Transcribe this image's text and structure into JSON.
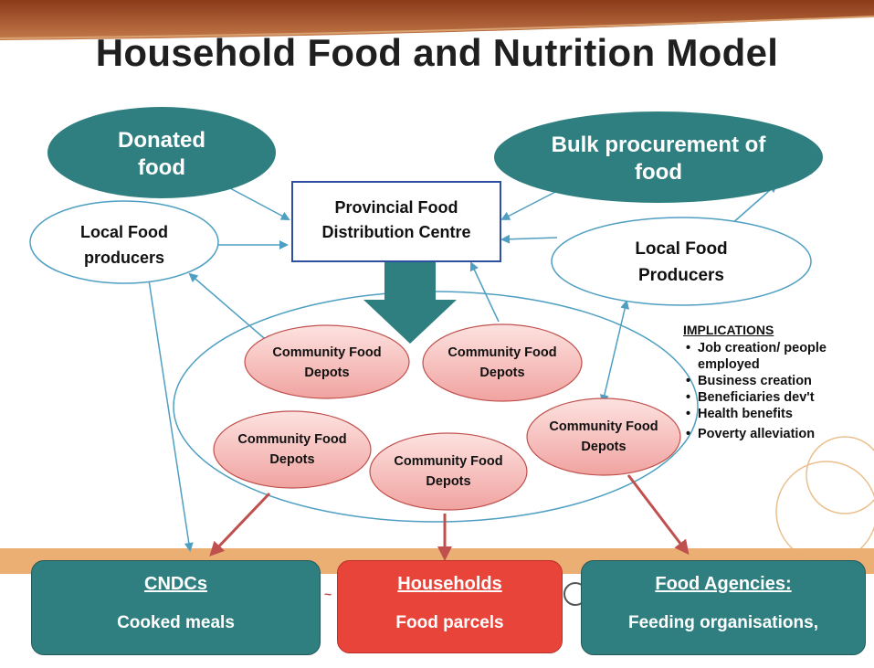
{
  "title": "Household Food and Nutrition Model",
  "sources": {
    "donated": "Donated food",
    "bulk": "Bulk procurement of food",
    "local_left": "Local Food producers",
    "local_right": "Local Food Producers"
  },
  "centre": "Provincial Food Distribution Centre",
  "depots": [
    "Community Food Depots",
    "Community Food Depots",
    "Community Food Depots",
    "Community Food Depots",
    "Community Food Depots"
  ],
  "implications": {
    "heading": "IMPLICATIONS",
    "items": [
      "Job creation/ people employed",
      "Business creation",
      "Beneficiaries dev't",
      "Health benefits",
      "Poverty alleviation"
    ]
  },
  "outputs": [
    {
      "heading": "CNDCs",
      "sub": "Cooked meals"
    },
    {
      "heading": "Households",
      "sub": "Food parcels"
    },
    {
      "heading": "Food Agencies:",
      "sub": "Feeding organisations,"
    }
  ],
  "colors": {
    "teal": "#2f7f80",
    "header_bar": "#a0522d",
    "depot_fill": "#f3b3b0",
    "depot_stroke": "#c0504d",
    "households_box": "#e8443a",
    "red_arrow": "#c0504d",
    "blue_arrow": "#4f9fc2"
  }
}
